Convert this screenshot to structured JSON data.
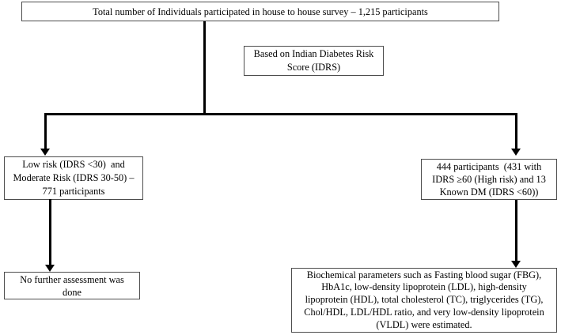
{
  "figure": {
    "background_color": "#ffffff",
    "line_color": "#000000",
    "box_border_color": "#4d4d4d",
    "text_color": "#000000"
  },
  "nodes": {
    "total": {
      "lines": [
        "Total number of Individuals participated in house to house survey – 1,215 participants"
      ]
    },
    "idrs": {
      "lines": [
        "Based on Indian Diabetes Risk",
        "Score (IDRS)"
      ]
    },
    "low_risk": {
      "lines": [
        "Low risk (IDRS <30)  and",
        "Moderate Risk (IDRS 30-50) –",
        "771 participants"
      ]
    },
    "high_risk": {
      "lines": [
        "444 participants  (431 with",
        "IDRS ≥60 (High risk) and 13",
        "Known DM (IDRS <60))"
      ]
    },
    "no_assessment": {
      "lines": [
        "No further assessment was",
        "done"
      ]
    },
    "biochemical": {
      "lines": [
        "Biochemical parameters such as Fasting blood sugar (FBG),",
        "HbA1c, low-density lipoprotein (LDL), high-density",
        "lipoprotein (HDL), total cholesterol (TC), triglycerides (TG),",
        "Chol/HDL, LDL/HDL ratio, and very low-density lipoprotein",
        "(VLDL) were estimated."
      ]
    }
  }
}
